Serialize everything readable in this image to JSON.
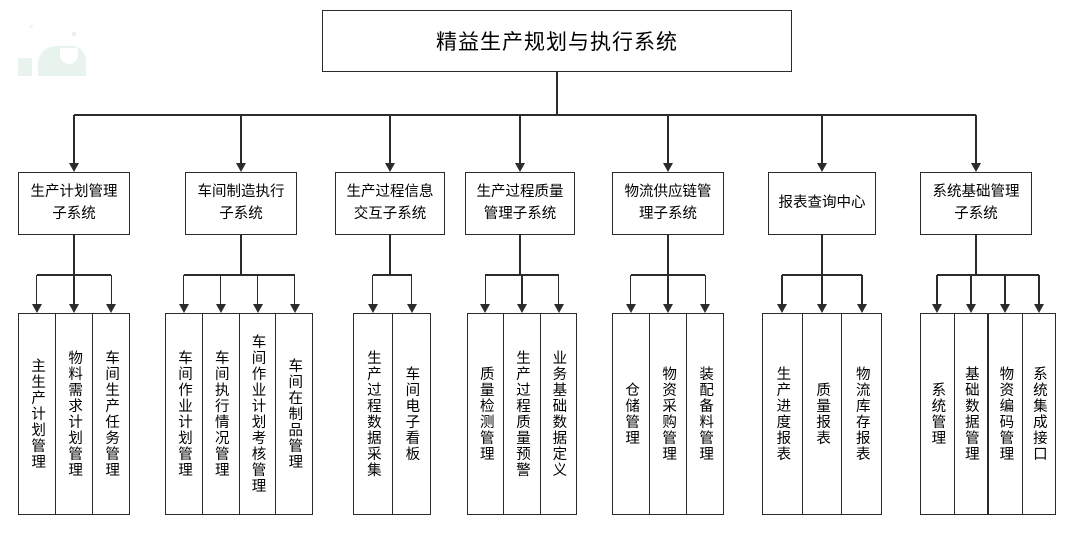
{
  "diagram": {
    "type": "hierarchy-tree",
    "title": "精益生产规划与执行系统",
    "root": {
      "label": "精益生产规划与执行系统"
    },
    "branches": [
      {
        "label": "生产计划管理\n子系统",
        "line1": "生产计划管理",
        "line2": "子系统",
        "children": [
          "主生产计划管理",
          "物料需求计划管理",
          "车间生产任务管理"
        ]
      },
      {
        "label": "车间制造执行\n子系统",
        "line1": "车间制造执行",
        "line2": "子系统",
        "children": [
          "车间作业计划管理",
          "车间执行情况管理",
          "车间作业计划考核管理",
          "车间在制品管理"
        ]
      },
      {
        "label": "生产过程信息\n交互子系统",
        "line1": "生产过程信息",
        "line2": "交互子系统",
        "children": [
          "生产过程数据采集",
          "车间电子看板"
        ]
      },
      {
        "label": "生产过程质量\n管理子系统",
        "line1": "生产过程质量",
        "line2": "管理子系统",
        "children": [
          "质量检测管理",
          "生产过程质量预警",
          "业务基础数据定义"
        ]
      },
      {
        "label": "物流供应链管\n理子系统",
        "line1": "物流供应链管",
        "line2": "理子系统",
        "children": [
          "仓储管理",
          "物资采购管理",
          "装配备料管理"
        ]
      },
      {
        "label": "报表查询中心",
        "line1": "报表查询中心",
        "line2": "",
        "children": [
          "生产进度报表",
          "质量报表",
          "物流库存报表"
        ]
      },
      {
        "label": "系统基础管理\n子系统",
        "line1": "系统基础管理",
        "line2": "子系统",
        "children": [
          "系统管理",
          "基础数据管理",
          "物资编码管理",
          "系统集成接口"
        ]
      }
    ],
    "colors": {
      "stroke": "#2b2b2b",
      "background": "#ffffff",
      "watermark": "#e8f3ee"
    }
  }
}
